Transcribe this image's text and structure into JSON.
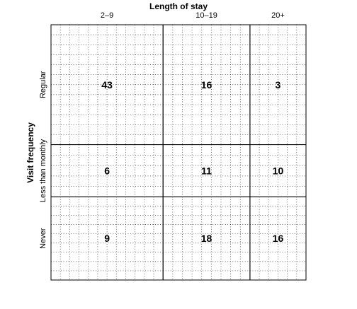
{
  "chart_data": {
    "type": "mosaic",
    "x_title": "Length of stay",
    "y_title": "Visit frequency",
    "x_categories": [
      "2–9",
      "10–19",
      "20+"
    ],
    "y_categories": [
      "Regular",
      "Less than monthly",
      "Never"
    ],
    "counts": [
      [
        43,
        16,
        3
      ],
      [
        6,
        11,
        10
      ],
      [
        9,
        18,
        16
      ]
    ],
    "grid": true
  }
}
